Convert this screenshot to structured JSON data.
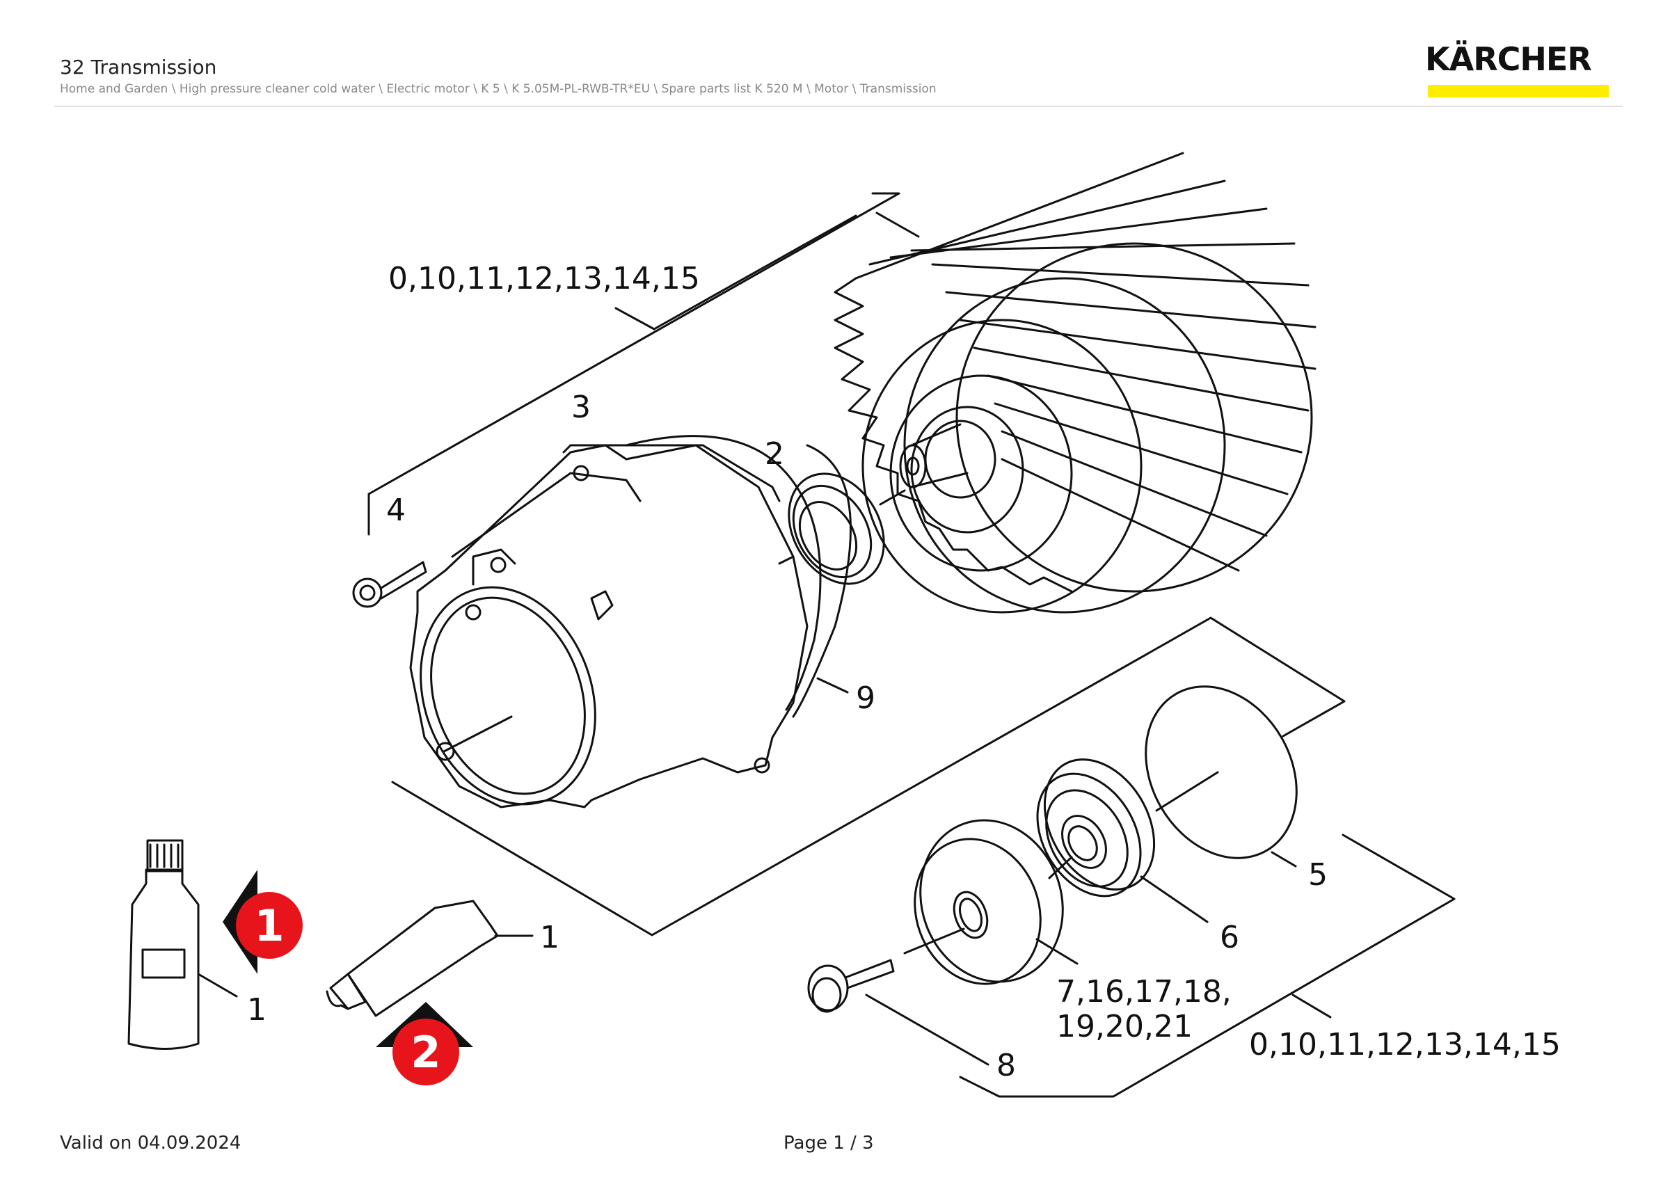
{
  "header": {
    "title": "32 Transmission",
    "breadcrumb": "Home and Garden \\ High pressure cleaner cold water \\ Electric motor \\ K 5 \\ K 5.05M-PL-RWB-TR*EU \\ Spare parts list K 520 M \\ Motor \\ Transmission",
    "logo_text": "KÄRCHER",
    "brand_color": "#ffed00"
  },
  "callouts": {
    "group_top": "0,10,11,12,13,14,15",
    "group_bottom": "0,10,11,12,13,14,15",
    "c1a": "1",
    "c1b": "1",
    "c2": "2",
    "c3": "3",
    "c4": "4",
    "c5": "5",
    "c6": "6",
    "c7a": "7,16,17,18,",
    "c7b": "19,20,21",
    "c8": "8",
    "c9": "9"
  },
  "badges": {
    "b1": "1",
    "b2": "2",
    "color": "#e8141b"
  },
  "footer": {
    "valid": "Valid on 04.09.2024",
    "page": "Page 1 / 3"
  }
}
